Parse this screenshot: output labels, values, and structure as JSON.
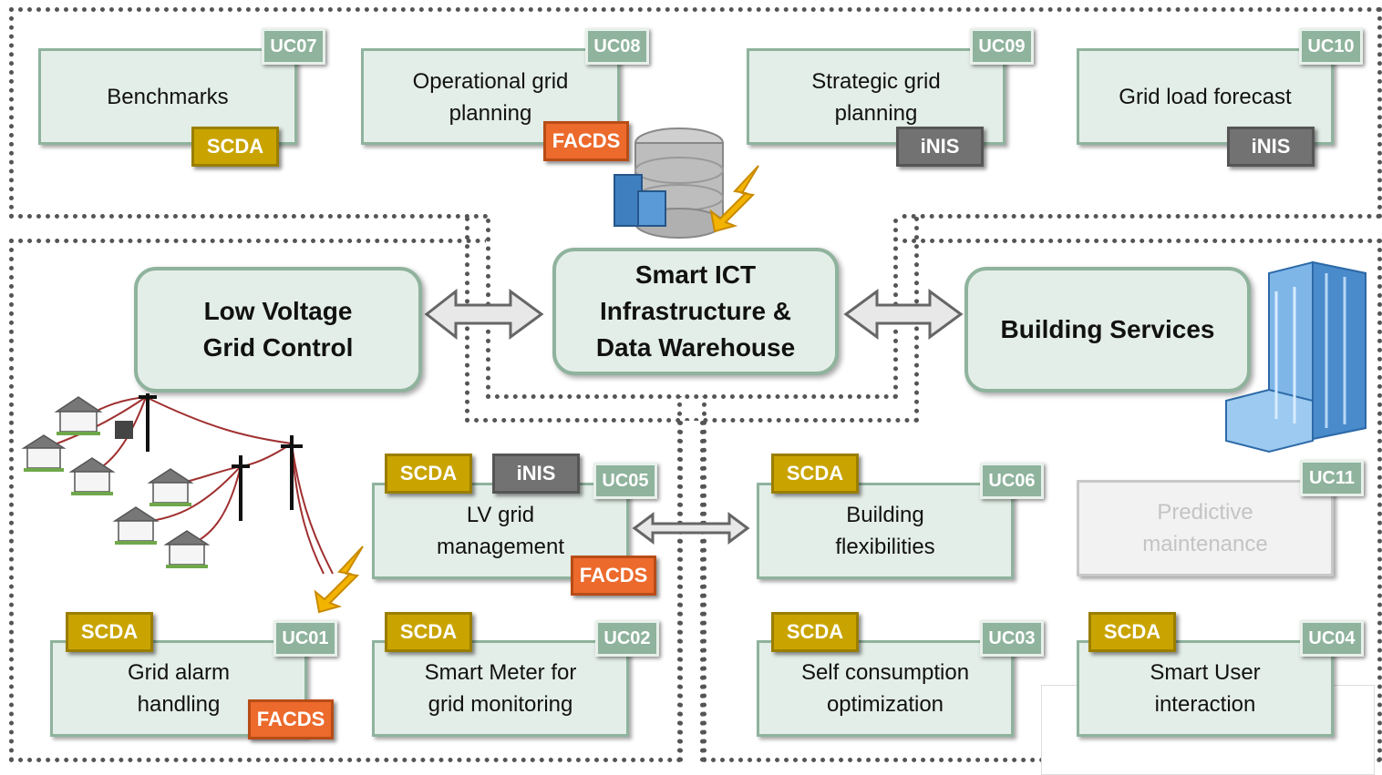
{
  "center": {
    "label": "Smart ICT\nInfrastructure &\nData Warehouse"
  },
  "lv_control": {
    "label": "Low Voltage\nGrid Control"
  },
  "building_services": {
    "label": "Building Services"
  },
  "tags": {
    "scda": "SCDA",
    "facds": "FACDS",
    "inis": "iNIS"
  },
  "use_cases": {
    "uc07": {
      "code": "UC07",
      "label": "Benchmarks"
    },
    "uc08": {
      "code": "UC08",
      "label": "Operational grid\nplanning"
    },
    "uc09": {
      "code": "UC09",
      "label": "Strategic grid\nplanning"
    },
    "uc10": {
      "code": "UC10",
      "label": "Grid load forecast"
    },
    "uc05": {
      "code": "UC05",
      "label": "LV grid\nmanagement"
    },
    "uc06": {
      "code": "UC06",
      "label": "Building\nflexibilities"
    },
    "uc11": {
      "code": "UC11",
      "label": "Predictive\nmaintenance"
    },
    "uc01": {
      "code": "UC01",
      "label": "Grid alarm\nhandling"
    },
    "uc02": {
      "code": "UC02",
      "label": "Smart Meter for\ngrid monitoring"
    },
    "uc03": {
      "code": "UC03",
      "label": "Self consumption\noptimization"
    },
    "uc04": {
      "code": "UC04",
      "label": "Smart User\ninteraction"
    }
  },
  "colors": {
    "box_fill": "#e4eee8",
    "box_border": "#8fb39d",
    "scda": "#c9a400",
    "facds": "#ec6a2c",
    "inis": "#727272"
  }
}
